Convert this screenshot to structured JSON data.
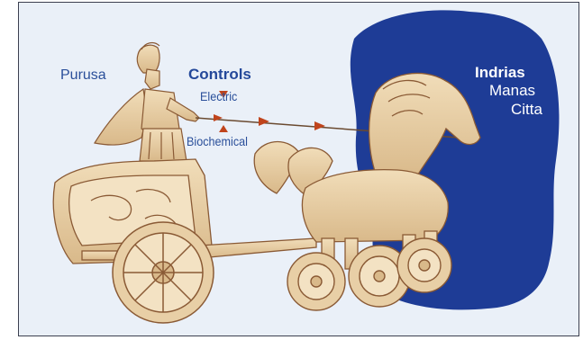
{
  "labels": {
    "purusa": "Purusa",
    "controls": "Controls",
    "electric": "Electric",
    "biochemical": "Biochemical",
    "indrias": "Indrias",
    "manas": "Manas",
    "citta": "Citta"
  },
  "colors": {
    "background": "#eaf0f8",
    "blob": "#1e3c96",
    "text_blue": "#2a4f9a",
    "arrow": "#c0441c",
    "wood": "#e8cfa6",
    "wood_dark": "#8a5a35"
  },
  "icons": [
    "charioteer-figure",
    "chariot",
    "chariot-wheel",
    "horse",
    "horse-wheel",
    "signal-arrow"
  ]
}
